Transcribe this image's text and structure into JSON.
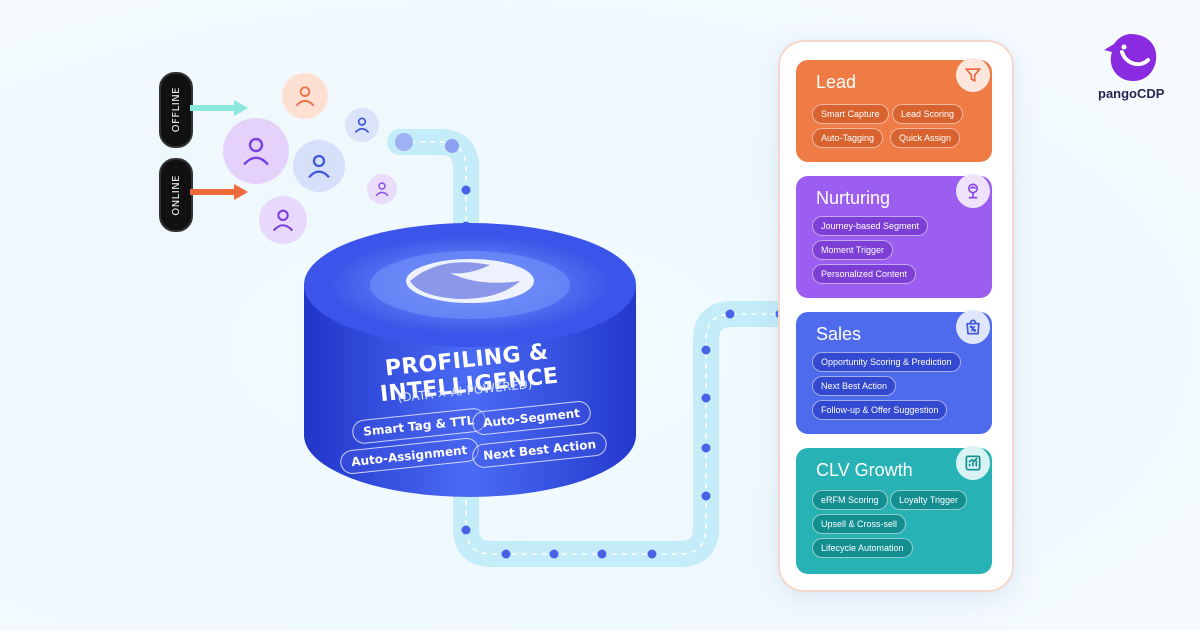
{
  "inputs": {
    "offline_label": "OFFLINE",
    "online_label": "ONLINE"
  },
  "core": {
    "title": "PROFILING & INTELLIGENCE",
    "subtitle": "(DATA × AI-POWERED)",
    "chips": [
      "Smart Tag & TTL",
      "Auto-Segment",
      "Auto-Assignment",
      "Next Best Action"
    ]
  },
  "stages": [
    {
      "title": "Lead",
      "icon": "funnel-icon",
      "color": "#ef7b45",
      "chips": [
        "Smart Capture",
        "Lead Scoring",
        "Auto-Tagging",
        "Quick Assign"
      ]
    },
    {
      "title": "Nurturing",
      "icon": "seedling-icon",
      "color": "#9b5ef0",
      "chips": [
        "Journey-based Segment",
        "Moment Trigger",
        "Personalized Content"
      ]
    },
    {
      "title": "Sales",
      "icon": "bag-percent-icon",
      "color": "#4f6bed",
      "chips": [
        "Opportunity Scoring & Prediction",
        "Next Best Action",
        "Follow-up & Offer Suggestion"
      ]
    },
    {
      "title": "CLV Growth",
      "icon": "growth-chart-icon",
      "color": "#27b3b6",
      "chips": [
        "eRFM Scoring",
        "Loyalty Trigger",
        "Upsell & Cross-sell",
        "Lifecycle Automation"
      ]
    }
  ],
  "brand": {
    "name": "pangoCDP",
    "accent": "#8a2be2"
  },
  "colors": {
    "offline_arrow": "#8de8dc",
    "online_arrow": "#ef6a3a",
    "pipe": "#bfeaf8",
    "cylinder": "#3a56f0"
  }
}
